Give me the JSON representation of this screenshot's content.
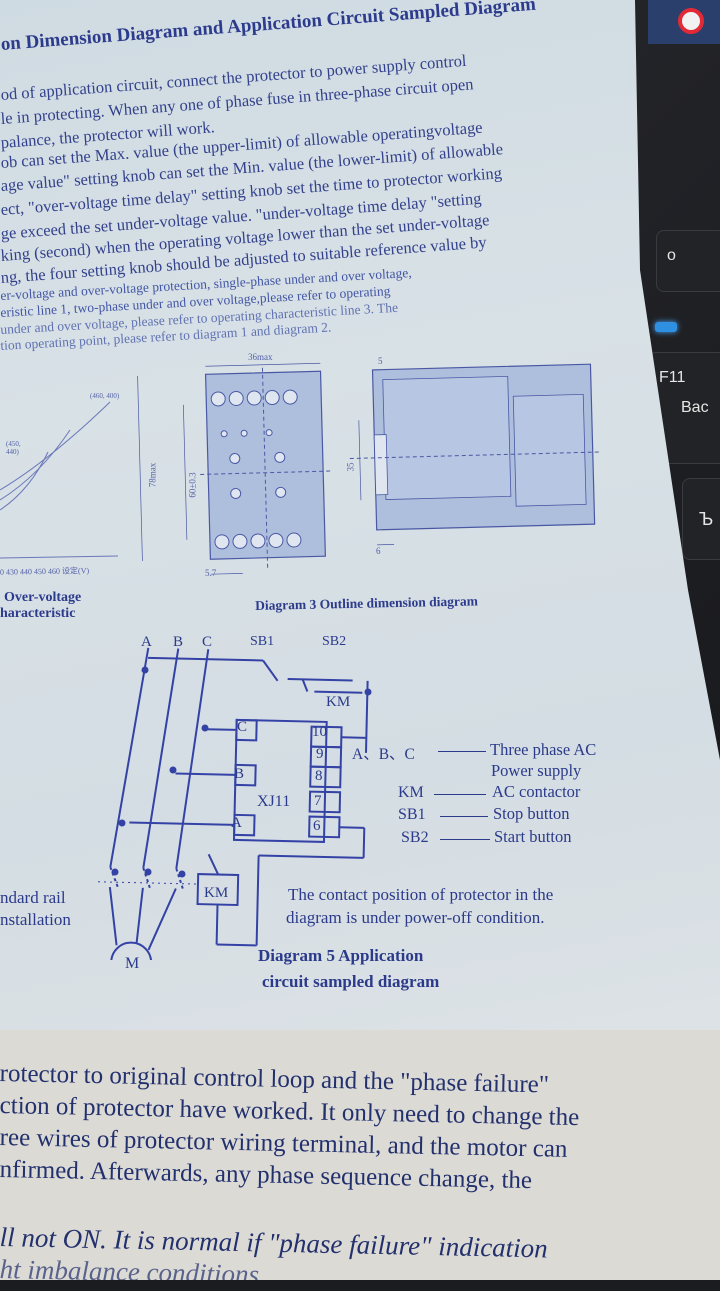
{
  "header": {
    "title": "on Dimension Diagram and Application Circuit Sampled Diagram"
  },
  "instructions": {
    "lines": [
      "od of application circuit, connect the protector to power supply control",
      "le in protecting. When any one of phase fuse in three-phase circuit open",
      "palance, the protector will work.",
      "ob can set the Max. value (the upper-limit) of allowable operatingvoltage",
      "age value\" setting knob can set the Min. value (the lower-limit) of allowable",
      "ect, \"over-voltage time delay\" setting knob set the time to protector working",
      "ge exceed the set under-voltage value. \"under-voltage time delay \"setting",
      "king (second) when the operating voltage lower than the set under-voltage",
      "ng, the four setting knob should be adjusted to suitable reference value by"
    ]
  },
  "note": {
    "lines": [
      "er-voltage and over-voltage protection, single-phase under and over voltage,",
      "eristic line 1, two-phase under and over voltage,please refer to operating",
      "under and over voltage, please refer to operating characteristic line 3. The",
      "tion operating point, please refer to diagram 1 and diagram 2."
    ]
  },
  "char_diagram": {
    "axis_ticks": "0 430 440 450 460",
    "axis_unit": "设定(V)",
    "curve_label_1": "(460, 400)",
    "curve_label_2": "(450,",
    "curve_label_3": "440)",
    "caption_1": "Over-voltage",
    "caption_2": "haracteristic"
  },
  "outline_diagram": {
    "width_label": "36max",
    "height_label": "78max",
    "inner_height": "60±0.3",
    "bottom_label": "5.7",
    "side_label_35": "35",
    "side_label_6": "6",
    "side_label_5": "5",
    "caption": "Diagram 3 Outline dimension diagram"
  },
  "circuit": {
    "phases": [
      "A",
      "B",
      "C"
    ],
    "sb1": "SB1",
    "sb2": "SB2",
    "km_top": "KM",
    "km_box": "KM",
    "motor": "M",
    "device": "XJ11",
    "left_terminals": [
      "C",
      "B",
      "A"
    ],
    "right_terminals": [
      "10",
      "9",
      "8",
      "7",
      "6"
    ],
    "rail_1": "ndard rail",
    "rail_2": "nstallation",
    "legend": [
      {
        "key": "A、B、C",
        "value": "Three phase AC"
      },
      {
        "key": "",
        "value": "Power supply"
      },
      {
        "key": "KM",
        "value": "AC contactor"
      },
      {
        "key": "SB1",
        "value": "Stop button"
      },
      {
        "key": "SB2",
        "value": "Start button"
      }
    ],
    "contact_note_1": "The contact position of protector in the",
    "contact_note_2": "diagram is under power-off condition.",
    "caption_1": "Diagram  5  Application",
    "caption_2": "circuit sampled diagram"
  },
  "bottom_text": {
    "lines": [
      "rotector to original control loop and the \"phase failure\"",
      "ction of protector have worked. It only need to change the",
      "ree wires of protector wiring terminal, and the motor can",
      "nfirmed. Afterwards, any phase sequence change, the"
    ],
    "line5": "ll not ON. It is normal if \"phase failure\"  indication",
    "line6": "ht imbalance conditions."
  },
  "keyboard": {
    "key_f11": "F11",
    "key_back": "Bac",
    "key_o": "o",
    "key_b": "Ъ"
  }
}
